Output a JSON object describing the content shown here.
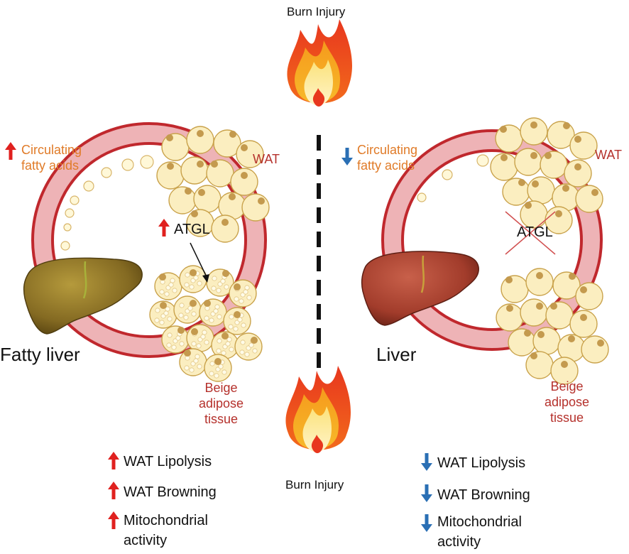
{
  "burn_top": "Burn Injury",
  "burn_bottom": "Burn Injury",
  "left": {
    "circ_line1": "Circulating",
    "circ_line2": "fatty acids",
    "wat": "WAT",
    "atgl": "ATGL",
    "organ": "Fatty liver",
    "beige_line1": "Beige",
    "beige_line2": "adipose",
    "beige_line3": "tissue",
    "effects": [
      "WAT Lipolysis",
      "WAT Browning",
      "Mitochondrial",
      "activity"
    ]
  },
  "right": {
    "circ_line1": "Circulating",
    "circ_line2": "fatty acids",
    "wat": "WAT",
    "atgl": "ATGL",
    "organ": "Liver",
    "beige_line1": "Beige",
    "beige_line2": "adipose",
    "beige_line3": "tissue",
    "effects": [
      "WAT Lipolysis",
      "WAT Browning",
      "Mitochondrial",
      "activity"
    ]
  },
  "colors": {
    "ring_outer": "#c0282d",
    "ring_fill": "#eeb3b6",
    "cell_fill": "#fbeec0",
    "cell_stroke": "#c9a24b",
    "nucleus": "#c49a4e",
    "up_arrow": "#e0211f",
    "down_arrow": "#2a6fb4",
    "fatty_liver": "#8a7226",
    "healthy_liver": "#a8412f"
  }
}
